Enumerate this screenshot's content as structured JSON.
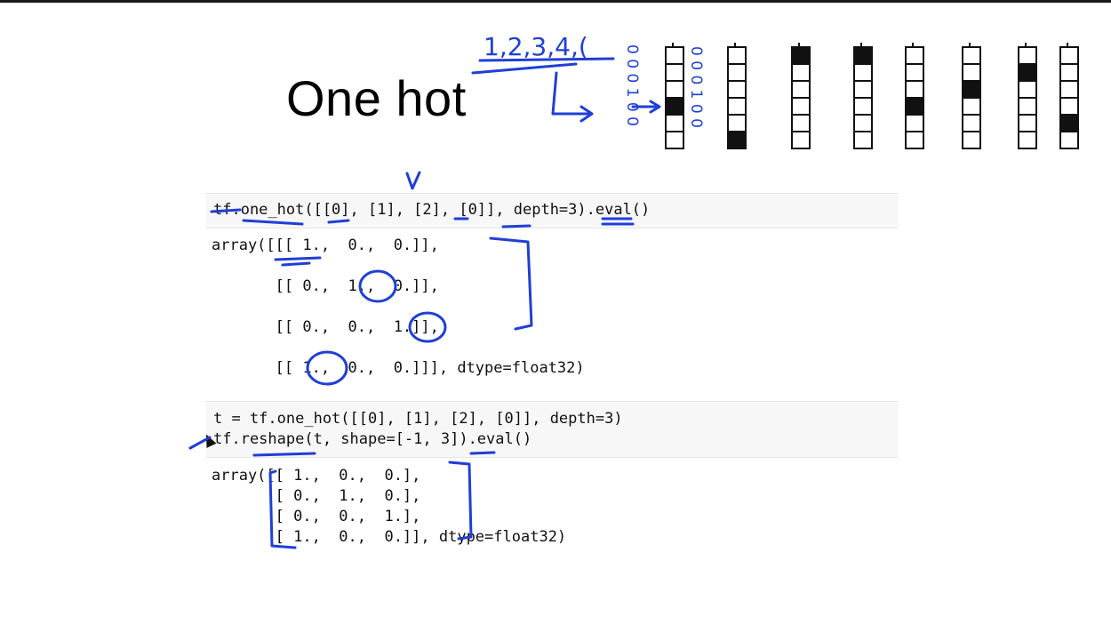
{
  "slide": {
    "title": "One hot"
  },
  "cell1": {
    "input": "tf.one_hot([[0], [1], [2], [0]], depth=3).eval()",
    "output": [
      "array([[[ 1.,  0.,  0.]],",
      "       [[ 0.,  1.,  0.]],",
      "       [[ 0.,  0.,  1.]],",
      "       [[ 1.,  0.,  0.]]], dtype=float32)"
    ]
  },
  "cell2": {
    "input_line1": "t = tf.one_hot([[0], [1], [2], [0]], depth=3)",
    "input_line2": "tf.reshape(t, shape=[-1, 3]).eval()",
    "output": [
      "array([[ 1.,  0.,  0.],",
      "       [ 0.,  1.,  0.],",
      "       [ 0.,  0.,  1.],",
      "       [ 1.,  0.,  0.]], dtype=float32)"
    ]
  },
  "annotations": {
    "handwritten_sequence": "1,2,3,4,(",
    "handwritten_vertical": "0 0 0 1 0 0"
  },
  "onehot_vectors": {
    "box_count": 6,
    "active_index": [
      3,
      5,
      0,
      0,
      3,
      2,
      1,
      4
    ]
  },
  "colors": {
    "ink": "#1f3fd6",
    "code_number": "#2e9c2e",
    "code_operator": "#aa22ff",
    "cell_bg": "#f7f7f7"
  }
}
